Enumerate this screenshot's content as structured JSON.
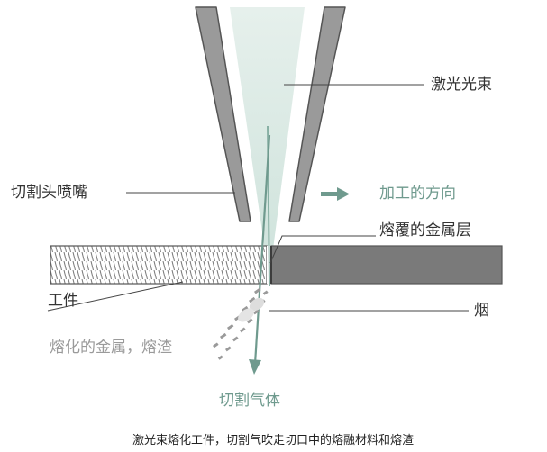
{
  "labels": {
    "laser_beam": "激光光束",
    "cutting_nozzle": "切割头喷嘴",
    "cut_direction": "加工的方向",
    "molten_layer": "熔覆的金属层",
    "workpiece": "工件",
    "smoke": "烟",
    "molten_metal_slag": "熔化的金属，熔渣",
    "cutting_gas": "切割气体"
  },
  "caption": "激光束熔化工件，切割气吹走切口中的熔融材料和熔渣",
  "colors": {
    "nozzle_fill": "#9a9a9a",
    "nozzle_stroke": "#555555",
    "beam_light": "#cfe3dc",
    "gas_arrow": "#6f9a8e",
    "workpiece_dark": "#7a7a7a",
    "label_dark": "#333333",
    "label_green": "#6f9a8e",
    "label_gray": "#9a9a9a"
  },
  "icons": {
    "direction_arrow": "arrow-right-icon",
    "gas_arrow": "arrow-down-icon"
  }
}
